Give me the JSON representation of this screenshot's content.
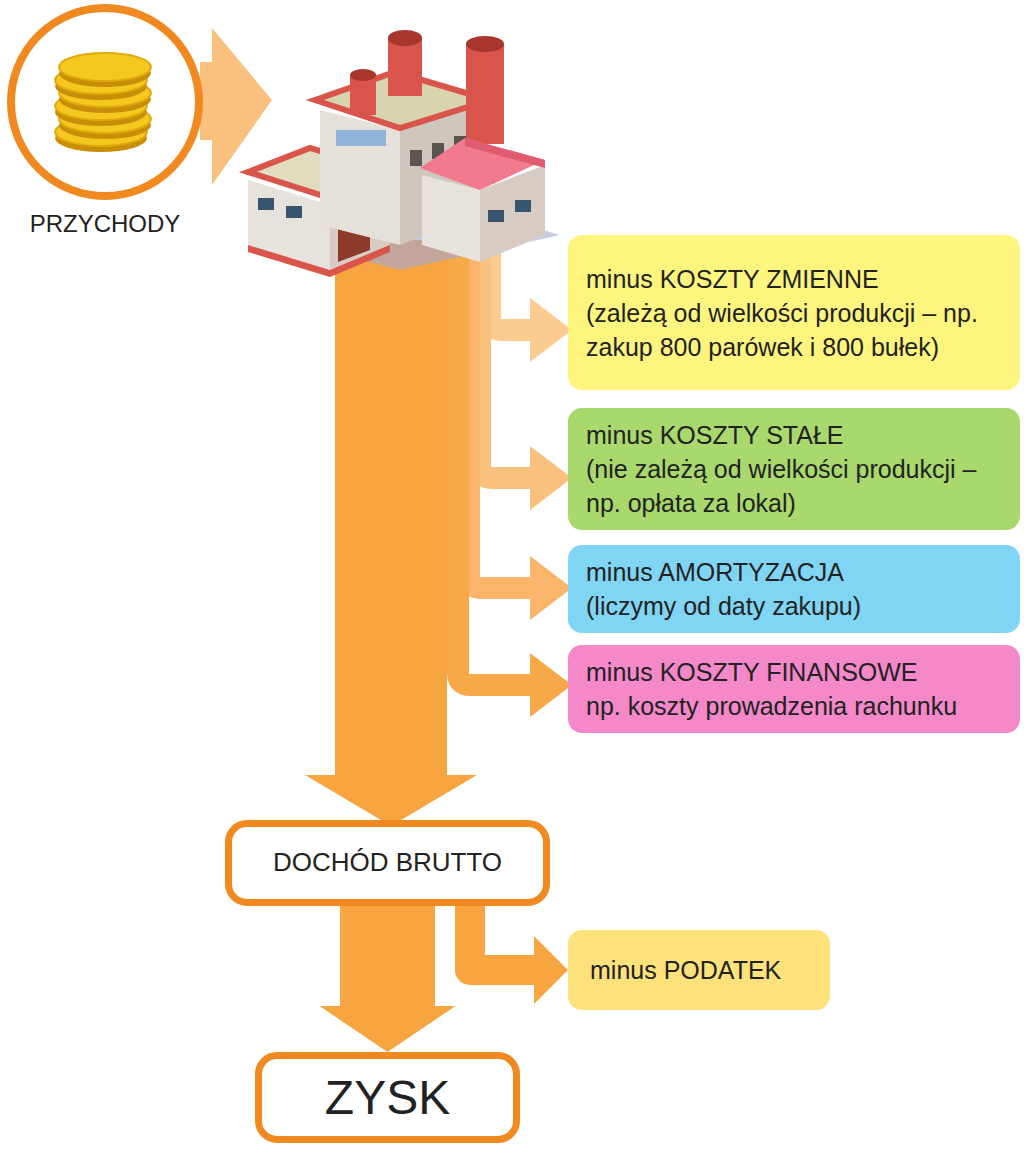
{
  "diagram": {
    "nodes": [
      {
        "text": [
          "PRZYCHODY"
        ]
      },
      {
        "text": [
          "minus KOSZTY ZMIENNE",
          "(zależą od wielkości produkcji – np. zakup 800 parówek i 800 bułek)"
        ]
      },
      {
        "text": [
          "minus KOSZTY STAŁE",
          "(nie zależą od wielkości produkcji – np. opłata za lokal)"
        ]
      },
      {
        "text": [
          "minus AMORTYZACJA",
          "(liczymy od daty zakupu)"
        ]
      },
      {
        "text": [
          "minus KOSZTY FINANSOWE",
          "np. koszty prowadzenia rachunku"
        ]
      },
      {
        "text": [
          "DOCHÓD BRUTTO"
        ]
      },
      {
        "text": [
          "minus PODATEK"
        ]
      },
      {
        "text": [
          "ZYSK"
        ]
      }
    ],
    "edges": [
      {
        "from": 5,
        "to": 6,
        "arrow": "to"
      },
      {
        "from": 5,
        "to": 7,
        "arrow": "to"
      }
    ]
  }
}
